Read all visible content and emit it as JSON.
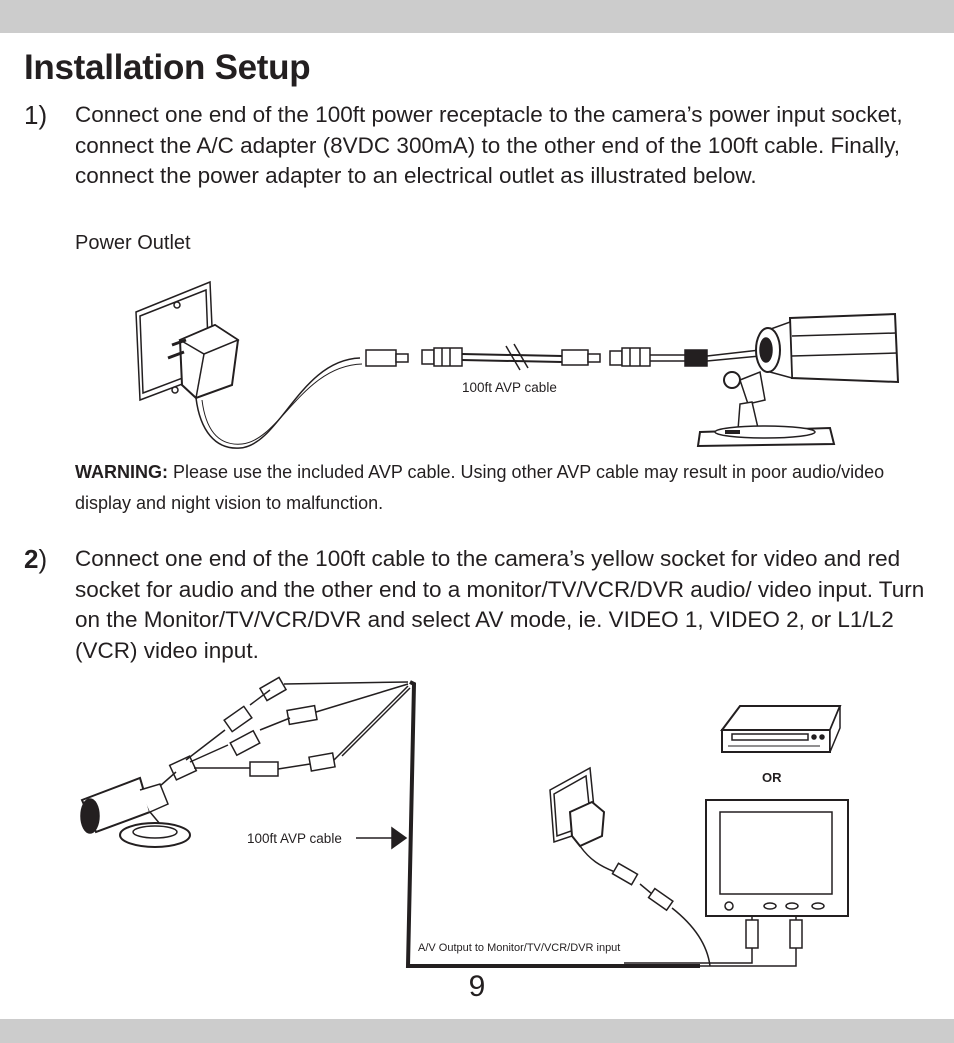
{
  "title": "Installation Setup",
  "step1": {
    "number": "1)",
    "text": "Connect one end of the 100ft power receptacle to the camera’s power input socket, connect the A/C adapter (8VDC 300mA) to the other end of the 100ft cable.  Finally, connect the power adapter to an electrical outlet as illustrated below.",
    "outlet_label": "Power Outlet",
    "cable_label": "100ft AVP cable"
  },
  "warning": {
    "label": "WARNING:",
    "text": " Please use the included AVP cable.  Using other AVP cable may result in poor audio/video display and night vision to malfunction."
  },
  "step2": {
    "number_bold": "2",
    "number_paren": ")",
    "text": "Connect one end of the 100ft cable to the camera’s yellow socket for video and red socket for audio and the other end to a monitor/TV/VCR/DVR audio/ video input. Turn on the Monitor/TV/VCR/DVR and select AV mode, ie. VIDEO 1, VIDEO 2, or L1/L2 (VCR) video input.",
    "cable_label": "100ft AVP cable",
    "or_label": "OR",
    "output_label": "A/V Output to Monitor/TV/VCR/DVR input"
  },
  "page_number": "9"
}
